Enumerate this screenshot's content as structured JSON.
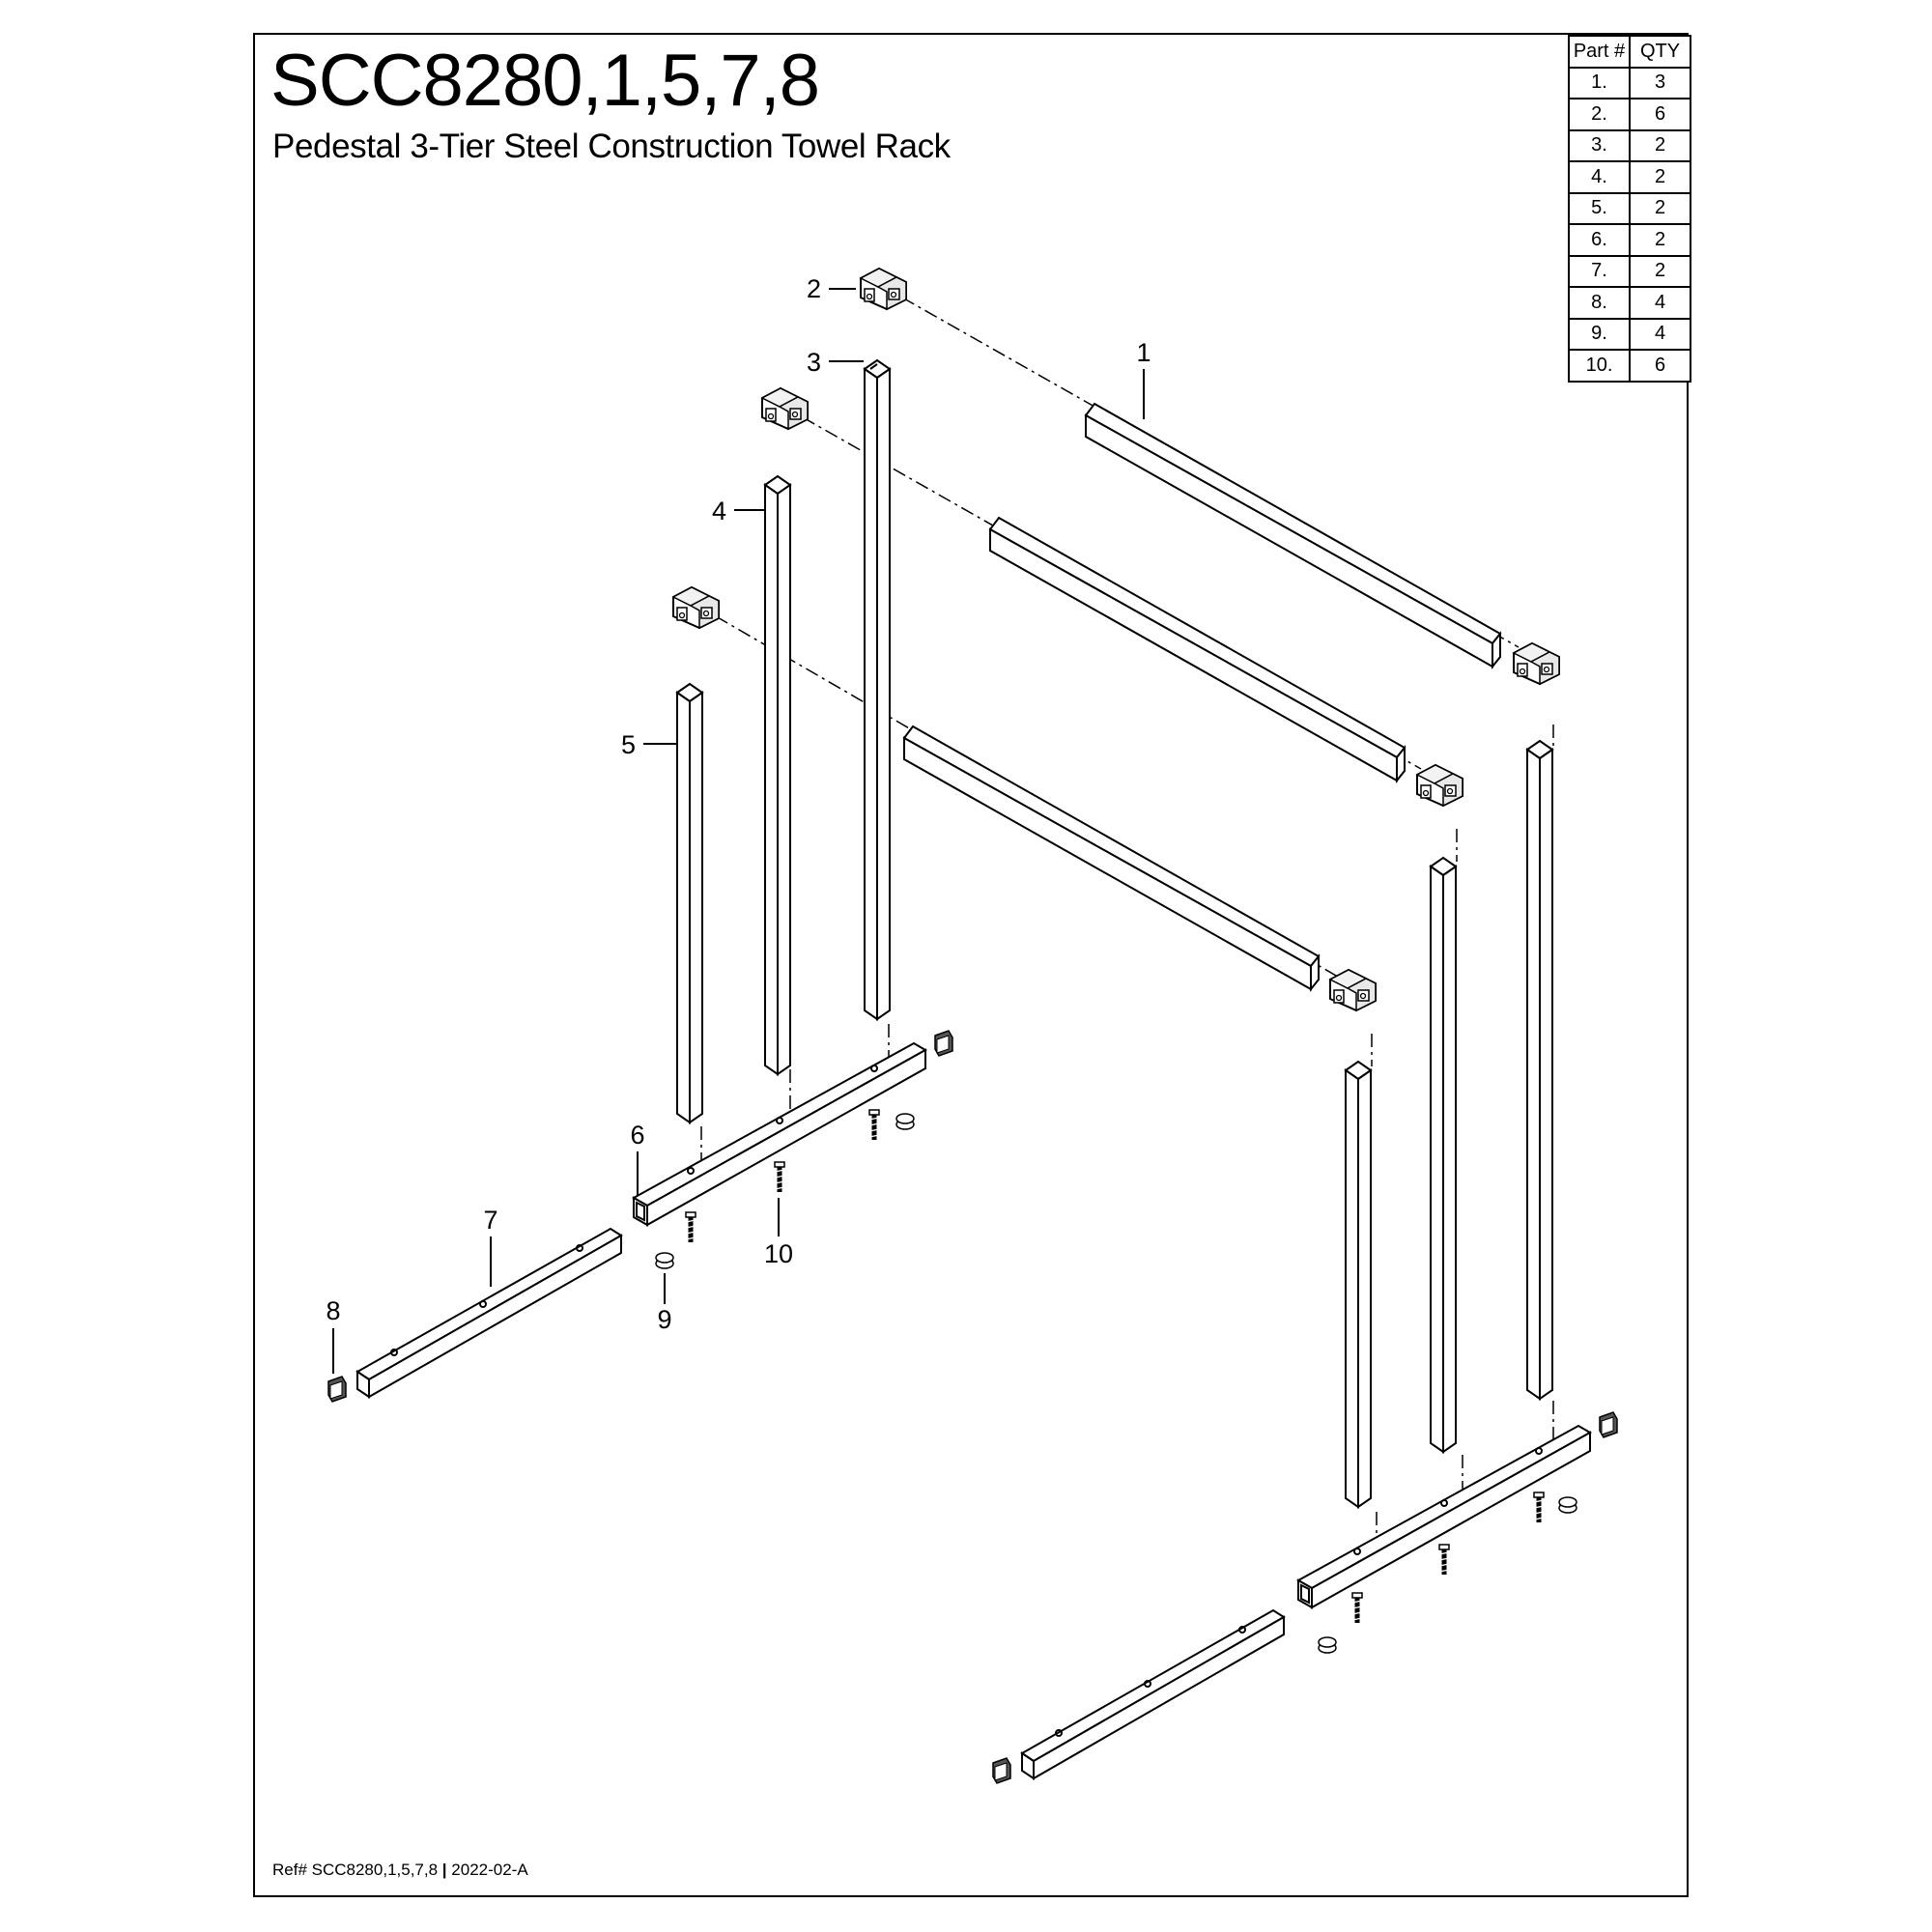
{
  "header": {
    "title": "SCC8280,1,5,7,8",
    "subtitle": "Pedestal 3-Tier Steel Construction Towel Rack"
  },
  "parts_table": {
    "headers": [
      "Part #",
      "QTY"
    ],
    "rows": [
      [
        "1.",
        "3"
      ],
      [
        "2.",
        "6"
      ],
      [
        "3.",
        "2"
      ],
      [
        "4.",
        "2"
      ],
      [
        "5.",
        "2"
      ],
      [
        "6.",
        "2"
      ],
      [
        "7.",
        "2"
      ],
      [
        "8.",
        "4"
      ],
      [
        "9.",
        "4"
      ],
      [
        "10.",
        "6"
      ]
    ]
  },
  "callouts": [
    "1",
    "2",
    "3",
    "4",
    "5",
    "6",
    "7",
    "8",
    "9",
    "10"
  ],
  "footer": {
    "ref": "Ref# SCC8280,1,5,7,8",
    "separator": "|",
    "revision": "2022-02-A"
  }
}
